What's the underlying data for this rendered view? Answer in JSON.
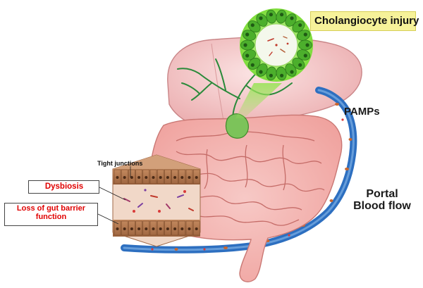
{
  "labels": {
    "cholangiocyte_injury": "Cholangiocyte injury",
    "pamps": "PAMPs",
    "portal_blood_flow": "Portal Blood flow",
    "tight_junctions": "Tight junctions",
    "dysbiosis": "Dysbiosis",
    "loss_of_gut_barrier": "Loss of gut barrier function"
  },
  "colors": {
    "liver": "#f3c4c4",
    "intestine": "#f6b4b0",
    "portal_vein": "#2d6fc0",
    "bile_duct": "#2a8a3a",
    "cholangiocyte": "#4caf2c",
    "highlight": "#f6f29a",
    "label_red": "#e00000",
    "epithelium": "#b77a4c"
  }
}
